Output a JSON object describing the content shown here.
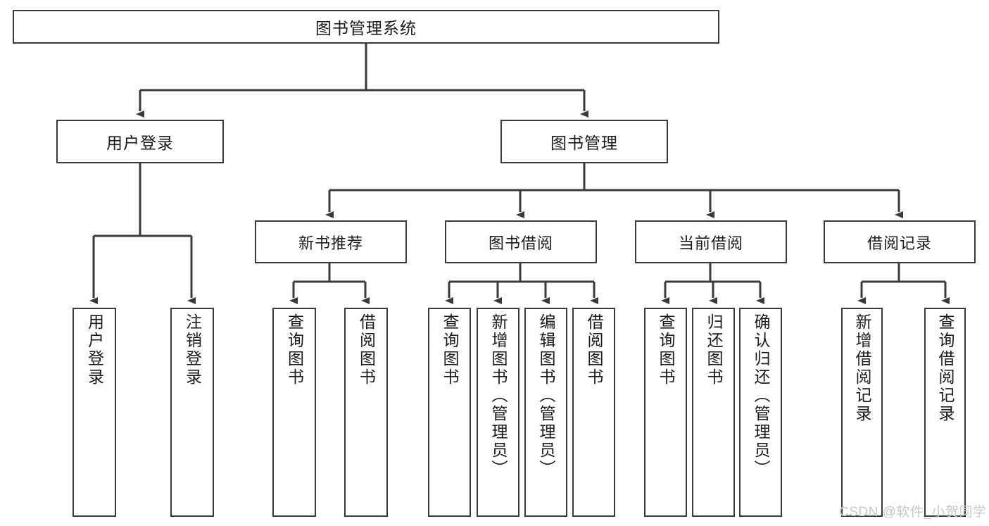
{
  "diagram": {
    "title": "图书管理系统",
    "root": {
      "id": "root",
      "label": "图书管理系统"
    },
    "level2": [
      {
        "id": "user-login",
        "label": "用户登录"
      },
      {
        "id": "book-manage",
        "label": "图书管理"
      }
    ],
    "level3": [
      {
        "id": "new-book-rec",
        "label": "新书推荐"
      },
      {
        "id": "book-borrow",
        "label": "图书借阅"
      },
      {
        "id": "current-borrow",
        "label": "当前借阅"
      },
      {
        "id": "borrow-record",
        "label": "借阅记录"
      }
    ],
    "leaves": {
      "user_login": [
        {
          "id": "leaf-user-login",
          "label": "用户登录"
        },
        {
          "id": "leaf-logout",
          "label": "注销登录"
        }
      ],
      "new_book_rec": [
        {
          "id": "leaf-query-book-1",
          "label": "查询图书"
        },
        {
          "id": "leaf-borrow-book-1",
          "label": "借阅图书"
        }
      ],
      "book_borrow": [
        {
          "id": "leaf-query-book-2",
          "label": "查询图书"
        },
        {
          "id": "leaf-add-book",
          "label": "新增图书（管理员）"
        },
        {
          "id": "leaf-edit-book",
          "label": "编辑图书（管理员）"
        },
        {
          "id": "leaf-borrow-book-2",
          "label": "借阅图书"
        }
      ],
      "current_borrow": [
        {
          "id": "leaf-query-book-3",
          "label": "查询图书"
        },
        {
          "id": "leaf-return-book",
          "label": "归还图书"
        },
        {
          "id": "leaf-confirm-return",
          "label": "确认归还（管理员）"
        }
      ],
      "borrow_record": [
        {
          "id": "leaf-add-record",
          "label": "新增借阅记录"
        },
        {
          "id": "leaf-query-record",
          "label": "查询借阅记录"
        }
      ]
    }
  },
  "watermark": {
    "text": "CSDN @软件_小贺同学"
  },
  "colors": {
    "stroke": "#3a3a3a",
    "background": "#ffffff",
    "text": "#1a1a1a",
    "watermark": "#c9c9c9"
  }
}
